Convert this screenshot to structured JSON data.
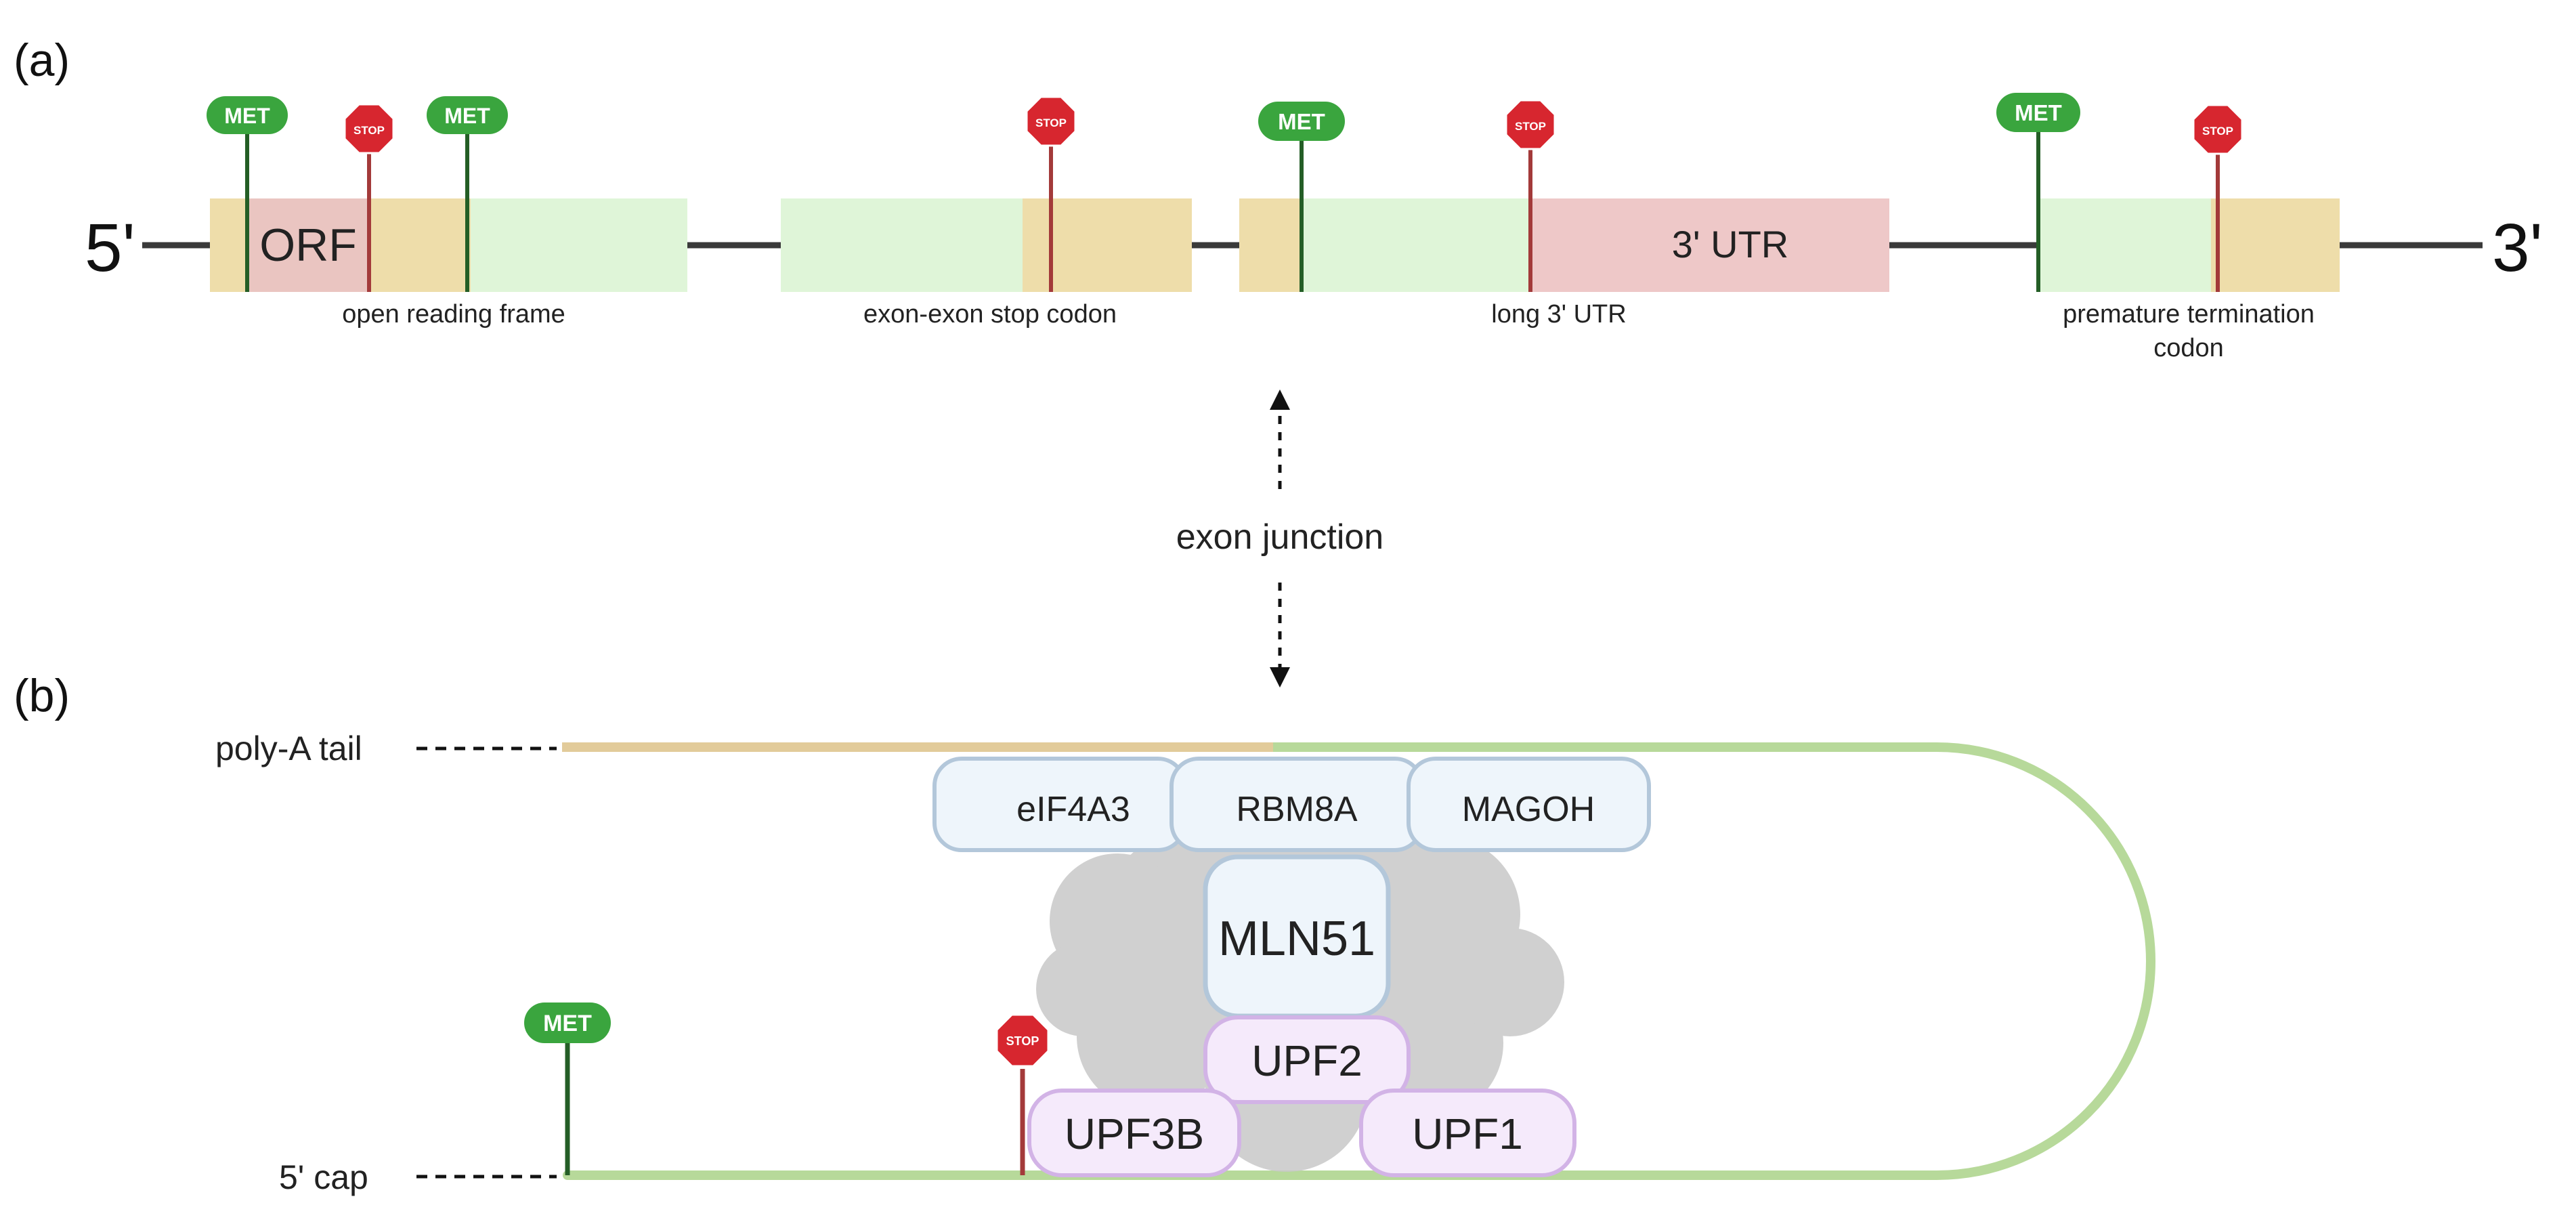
{
  "panels": {
    "a": {
      "label": "(a)",
      "five_prime": "5'",
      "three_prime": "3'",
      "orf_label": "ORF",
      "utr_label": "3' UTR",
      "captions": {
        "open_reading_frame": "open reading frame",
        "exon_exon_stop": "exon-exon stop codon",
        "long_utr": "long 3' UTR",
        "premature_line1": "premature termination",
        "premature_line2": "codon"
      }
    },
    "b": {
      "label": "(b)",
      "poly_a_tail": "poly-A tail",
      "five_cap": "5' cap",
      "proteins": {
        "eif4a3": "eIF4A3",
        "rbm8a": "RBM8A",
        "magoh": "MAGOH",
        "mln51": "MLN51",
        "upf2": "UPF2",
        "upf3b": "UPF3B",
        "upf1": "UPF1"
      }
    }
  },
  "arrow_label": "exon junction",
  "markers": {
    "start": "MET",
    "stop": "STOP"
  },
  "colors": {
    "exon_tan": "#EEDDAA",
    "exon_green": "#DFF5D8",
    "utr_pink": "#EEC8C8",
    "orf_pink": "#EAC5C1",
    "met_green": "#3AA53E",
    "stop_red": "#D7262F",
    "mrna_green": "#B7D99A",
    "ejc_blue_fill": "#EEF5FB",
    "ejc_blue_stroke": "#B3C7DA",
    "upf_purple_fill": "#F5EAFB",
    "upf_purple_stroke": "#D2B3E6",
    "ribosome_gray": "#C8C8C8"
  }
}
